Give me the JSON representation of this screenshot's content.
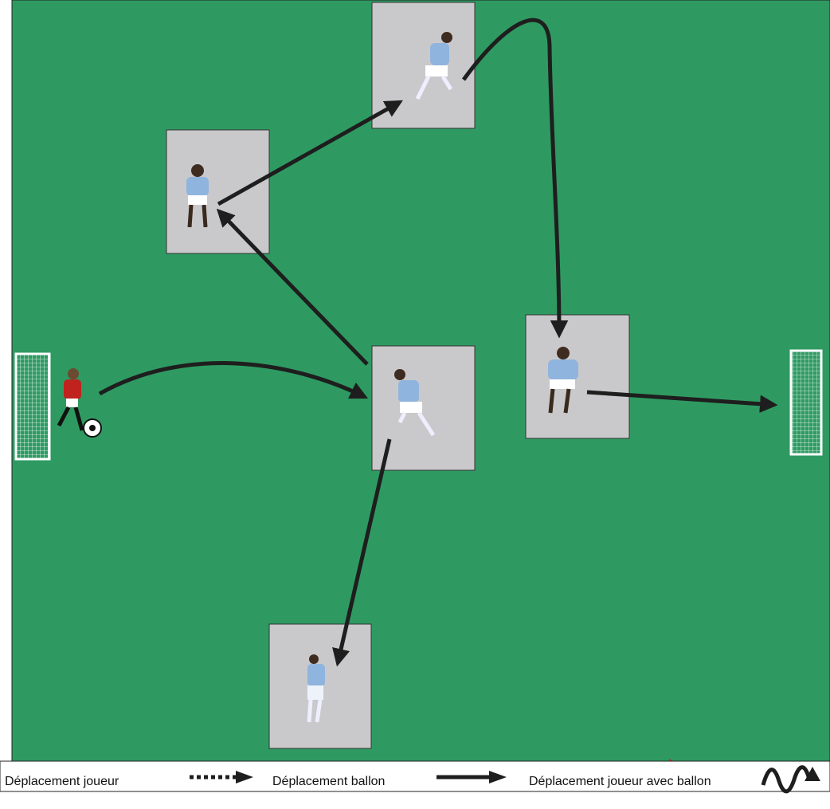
{
  "diagram": {
    "pitch_color": "#2e9a62",
    "zone_color": "#c9c9cb",
    "ball_arrow_color": "#1e1e1e",
    "direction_arrow_color": "#e52420",
    "attacker_kit_color": "#c0231e",
    "teammate_kit_color": "#8fb4dd",
    "zones": [
      {
        "name": "zone-left-wide"
      },
      {
        "name": "zone-top"
      },
      {
        "name": "zone-center"
      },
      {
        "name": "zone-right"
      },
      {
        "name": "zone-bottom"
      }
    ]
  },
  "legend": {
    "player_movement": "Déplacement joueur",
    "ball_movement": "Déplacement ballon",
    "player_with_ball": "Déplacement joueur avec ballon"
  }
}
